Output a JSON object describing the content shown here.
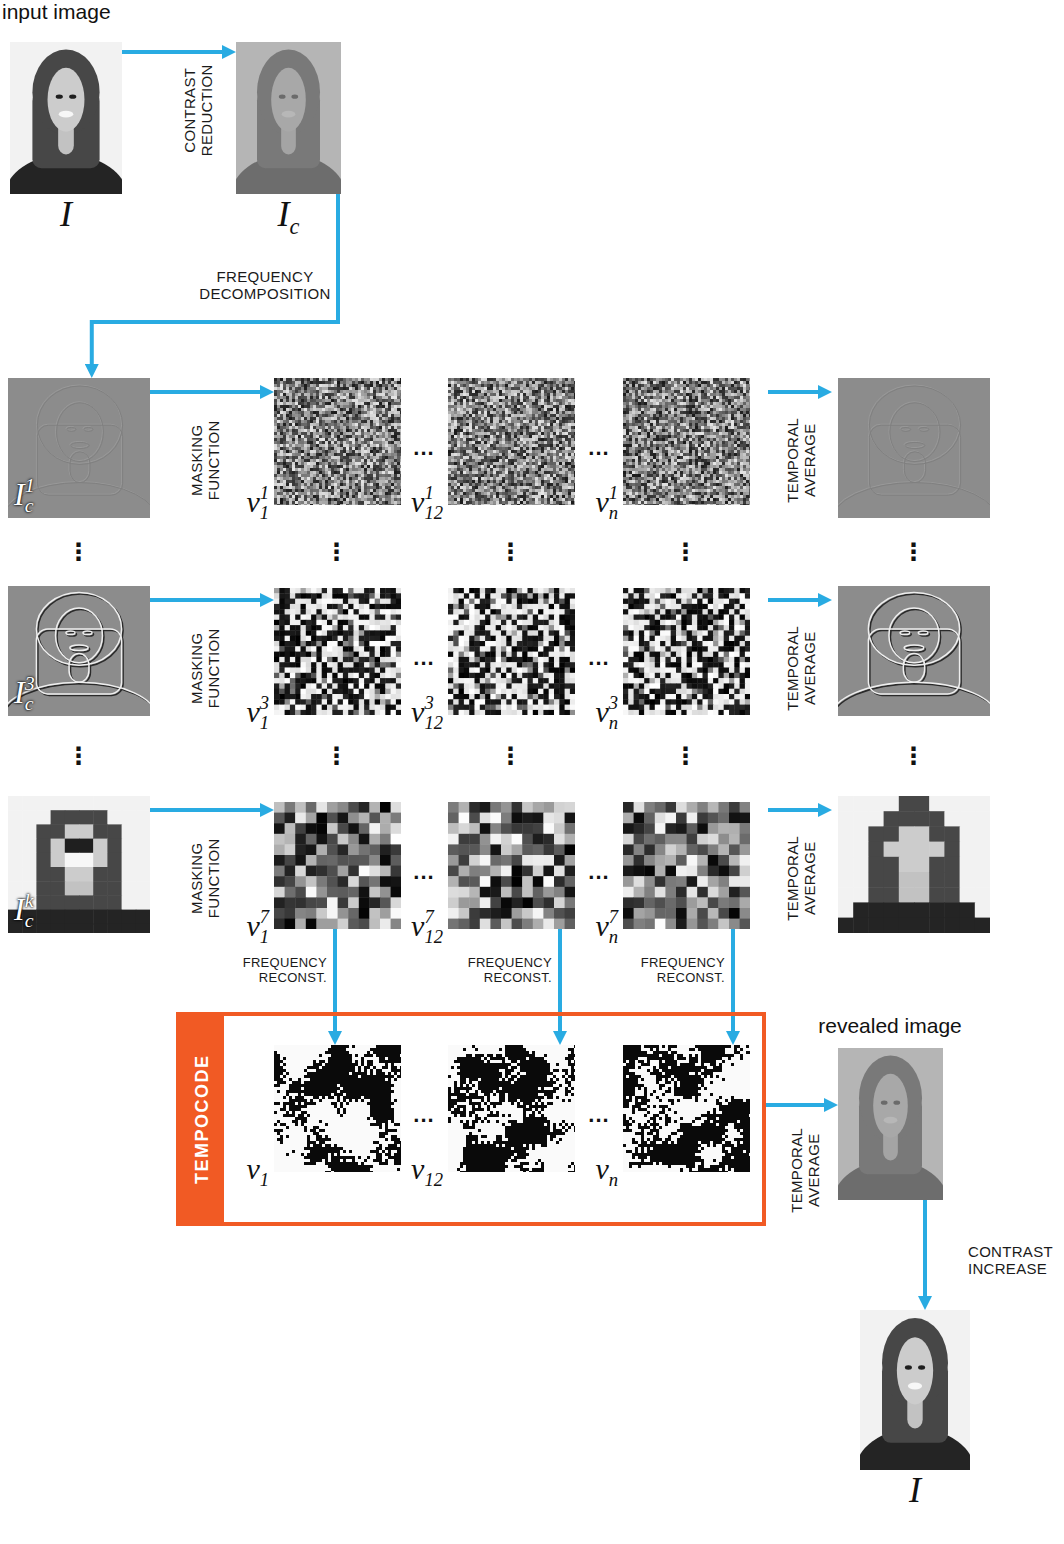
{
  "diagram": {
    "nodes": [
      {
        "text": [
          "input image",
          "I"
        ]
      },
      {
        "text": [
          "I",
          "c"
        ]
      },
      {
        "text": [
          "I",
          "c",
          "1"
        ]
      },
      {
        "text": [
          "v",
          "1",
          "1"
        ]
      },
      {
        "text": [
          "v",
          "12",
          "1"
        ]
      },
      {
        "text": [
          "v",
          "n",
          "1"
        ]
      },
      {
        "text": [
          "I",
          "c",
          "3"
        ]
      },
      {
        "text": [
          "v",
          "1",
          "3"
        ]
      },
      {
        "text": [
          "v",
          "12",
          "3"
        ]
      },
      {
        "text": [
          "v",
          "n",
          "3"
        ]
      },
      {
        "text": [
          "I",
          "c",
          "k"
        ]
      },
      {
        "text": [
          "v",
          "1",
          "7"
        ]
      },
      {
        "text": [
          "v",
          "12",
          "7"
        ]
      },
      {
        "text": [
          "v",
          "n",
          "7"
        ]
      },
      {
        "text": [
          "TEMPOCODE"
        ]
      },
      {
        "text": [
          "v",
          "1"
        ],
        "in": 14
      },
      {
        "text": [
          "v",
          "12"
        ],
        "in": 14
      },
      {
        "text": [
          "v",
          "n"
        ],
        "in": 14
      },
      {
        "text": [
          "revealed image"
        ]
      },
      {
        "text": [
          "I"
        ]
      }
    ],
    "edges": [
      {
        "from": 0,
        "to": 1,
        "arrow": "to",
        "label": "CONTRAST REDUCTION"
      },
      {
        "from": 1,
        "to": 2,
        "arrow": "to",
        "label": "FREQUENCY DECOMPOSITION"
      },
      {
        "from": 2,
        "to": 3,
        "arrow": "to",
        "label": "MASKING FUNCTION"
      },
      {
        "from": 6,
        "to": 7,
        "arrow": "to",
        "label": "MASKING FUNCTION"
      },
      {
        "from": 10,
        "to": 11,
        "arrow": "to",
        "label": "MASKING FUNCTION"
      },
      {
        "from": 11,
        "to": 15,
        "arrow": "to",
        "label": "FREQUENCY RECONST."
      },
      {
        "from": 12,
        "to": 16,
        "arrow": "to",
        "label": "FREQUENCY RECONST."
      },
      {
        "from": 13,
        "to": 17,
        "arrow": "to",
        "label": "FREQUENCY RECONST."
      },
      {
        "from": 14,
        "to": 18,
        "arrow": "to",
        "label": "TEMPORAL AVERAGE"
      },
      {
        "from": 18,
        "to": 19,
        "arrow": "to",
        "label": "CONTRAST INCREASE"
      }
    ],
    "labels": [
      "...",
      "...",
      "TEMPORAL AVERAGE",
      "⋮",
      "⋮",
      "⋮",
      "⋮",
      "⋮",
      "...",
      "...",
      "TEMPORAL AVERAGE",
      "⋮",
      "⋮",
      "⋮",
      "⋮",
      "⋮",
      "...",
      "...",
      "TEMPORAL AVERAGE",
      "...",
      "..."
    ]
  }
}
